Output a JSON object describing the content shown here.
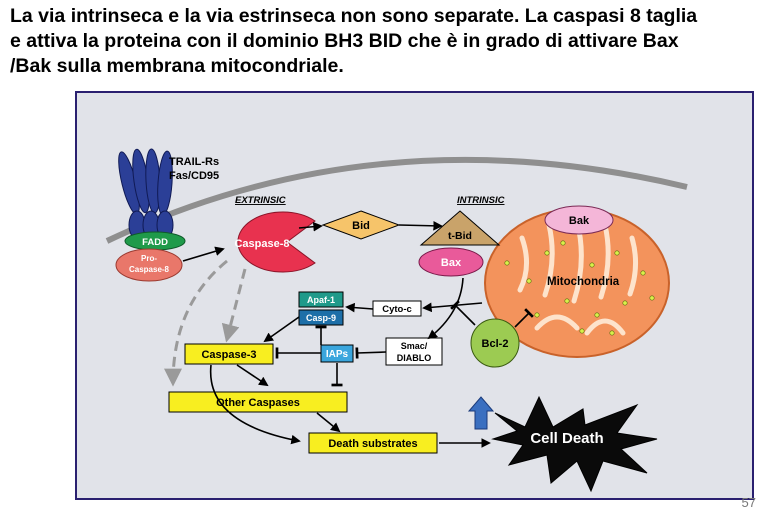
{
  "slide": {
    "title_lines": [
      "La via intrinseca e la via estrinseca non sono separate. La caspasi 8 taglia",
      "e attiva la proteina con il dominio BH3 BID che è in grado di attivare Bax",
      "/Bak sulla membrana mitocondriale."
    ],
    "page_number": "57"
  },
  "diagram": {
    "receptor_label_1": "TRAIL-Rs",
    "receptor_label_2": "Fas/CD95",
    "extrinsic_label": "EXTRINSIC",
    "intrinsic_label": "INTRINSIC",
    "fadd": "FADD",
    "pro_caspase_1": "Pro-",
    "pro_caspase_2": "Caspase-8",
    "caspase8": "Caspase-8",
    "bid": "Bid",
    "tbid": "t-Bid",
    "bax": "Bax",
    "bak": "Bak",
    "mitochondria": "Mitochondria",
    "cyto_c": "Cyto-c",
    "apaf1": "Apaf-1",
    "casp9": "Casp-9",
    "smac_1": "Smac/",
    "smac_2": "DIABLO",
    "iaps": "IAPs",
    "bcl2": "Bcl-2",
    "caspase3": "Caspase-3",
    "other_caspases": "Other Caspases",
    "death_substrates": "Death substrates",
    "cell_death": "Cell Death"
  },
  "colors": {
    "background": "#e1e3e9",
    "mitochondria": "#f3935c",
    "caspase8": "#e8324f",
    "bid": "#f6c46a",
    "bax": "#e95a9a",
    "bak": "#f4b6d8",
    "bcl2": "#9ccb52",
    "fadd": "#1f9a4a",
    "procaspase": "#e9776a",
    "receptor": "#2b3f97",
    "yellow_box": "#f8ee20",
    "apaf": "#1f9a8a",
    "casp9": "#1d6fa8",
    "iaps": "#3aa6dd"
  }
}
